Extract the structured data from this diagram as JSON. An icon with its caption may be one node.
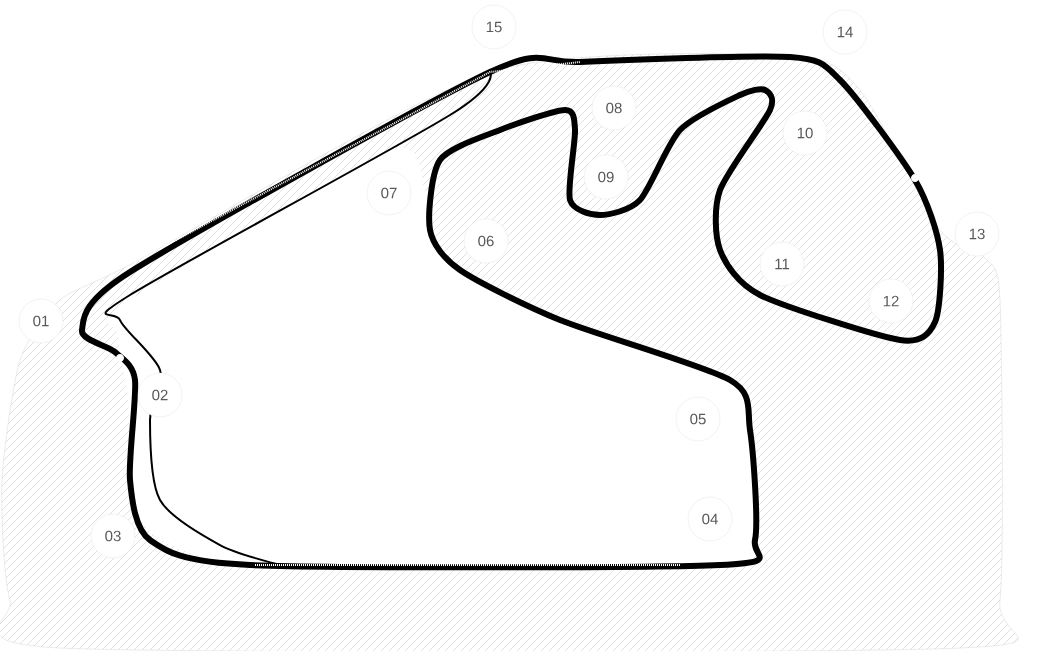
{
  "diagram": {
    "nodes": [
      {
        "text": [
          "01"
        ]
      },
      {
        "text": [
          "02"
        ]
      },
      {
        "text": [
          "03"
        ]
      },
      {
        "text": [
          "04"
        ]
      },
      {
        "text": [
          "05"
        ]
      },
      {
        "text": [
          "06"
        ]
      },
      {
        "text": [
          "07"
        ]
      },
      {
        "text": [
          "08"
        ]
      },
      {
        "text": [
          "09"
        ]
      },
      {
        "text": [
          "10"
        ]
      },
      {
        "text": [
          "11"
        ]
      },
      {
        "text": [
          "12"
        ]
      },
      {
        "text": [
          "13"
        ]
      },
      {
        "text": [
          "14"
        ]
      },
      {
        "text": [
          "15"
        ]
      }
    ]
  }
}
